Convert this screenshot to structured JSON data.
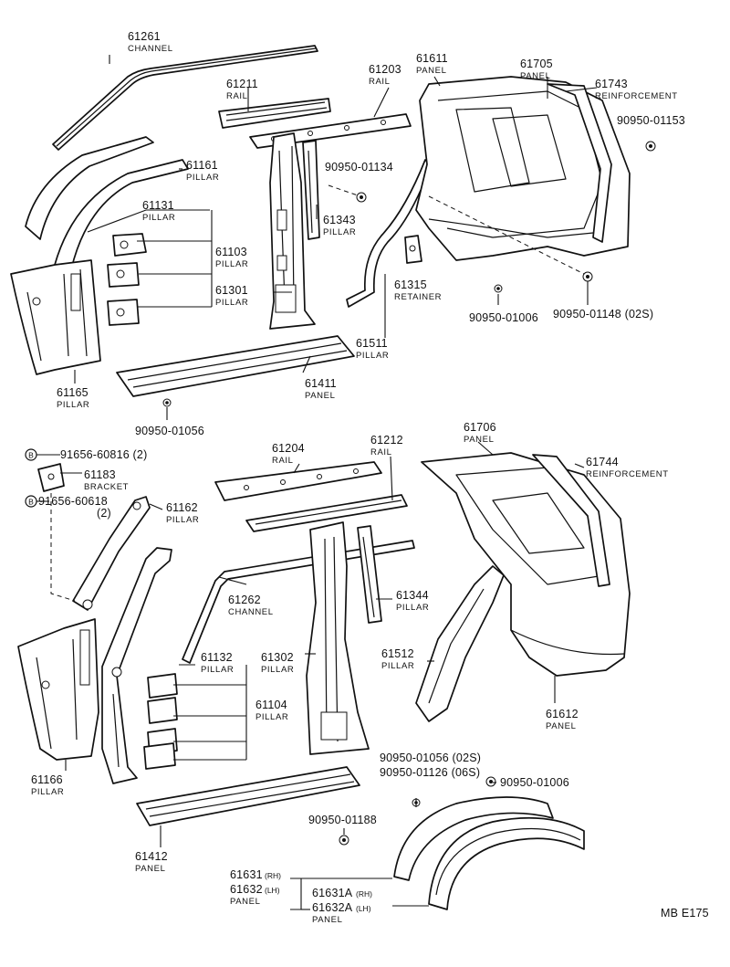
{
  "diagram_code": "MB  E175",
  "callouts": {
    "c61261": {
      "num": "61261",
      "name": "CHANNEL"
    },
    "c61211": {
      "num": "61211",
      "name": "RAIL"
    },
    "c61203": {
      "num": "61203",
      "name": "RAIL"
    },
    "c61611": {
      "num": "61611",
      "name": "PANEL"
    },
    "c61705": {
      "num": "61705",
      "name": "PANEL"
    },
    "c61743": {
      "num": "61743",
      "name": "REINFORCEMENT"
    },
    "c9095001153": {
      "num": "90950-01153"
    },
    "c61161": {
      "num": "61161",
      "name": "PILLAR"
    },
    "c9095001134": {
      "num": "90950-01134"
    },
    "c61131": {
      "num": "61131",
      "name": "PILLAR"
    },
    "c61343": {
      "num": "61343",
      "name": "PILLAR"
    },
    "c61103": {
      "num": "61103",
      "name": "PILLAR"
    },
    "c61301": {
      "num": "61301",
      "name": "PILLAR"
    },
    "c61315": {
      "num": "61315",
      "name": "RETAINER"
    },
    "c9095001006a": {
      "num": "90950-01006"
    },
    "c9095001148": {
      "num": "90950-01148 (02S)"
    },
    "c61511": {
      "num": "61511",
      "name": "PILLAR"
    },
    "c61411": {
      "num": "61411",
      "name": "PANEL"
    },
    "c61165": {
      "num": "61165",
      "name": "PILLAR"
    },
    "c9095001056": {
      "num": "90950-01056"
    },
    "c9165660816": {
      "num": "91656-60816 (2)"
    },
    "c61183": {
      "num": "61183",
      "name": "BRACKET"
    },
    "c9165660618": {
      "num": "91656-60618",
      "qty": "(2)"
    },
    "c61204": {
      "num": "61204",
      "name": "RAIL"
    },
    "c61212": {
      "num": "61212",
      "name": "RAIL"
    },
    "c61706": {
      "num": "61706",
      "name": "PANEL"
    },
    "c61744": {
      "num": "61744",
      "name": "REINFORCEMENT"
    },
    "c61162": {
      "num": "61162",
      "name": "PILLAR"
    },
    "c61262": {
      "num": "61262",
      "name": "CHANNEL"
    },
    "c61344": {
      "num": "61344",
      "name": "PILLAR"
    },
    "c61132": {
      "num": "61132",
      "name": "PILLAR"
    },
    "c61302": {
      "num": "61302",
      "name": "PILLAR"
    },
    "c61512": {
      "num": "61512",
      "name": "PILLAR"
    },
    "c61104": {
      "num": "61104",
      "name": "PILLAR"
    },
    "c61612": {
      "num": "61612",
      "name": "PANEL"
    },
    "c61166": {
      "num": "61166",
      "name": "PILLAR"
    },
    "c9095001056b": {
      "num": "90950-01056 (02S)"
    },
    "c9095001126": {
      "num": "90950-01126 (06S)"
    },
    "c9095001006b": {
      "num": "90950-01006"
    },
    "c9095001188": {
      "num": "90950-01188"
    },
    "c61412": {
      "num": "61412",
      "name": "PANEL"
    },
    "c61631": {
      "num": "61631",
      "side": "(RH)"
    },
    "c61632": {
      "num": "61632",
      "side": "(LH)",
      "name": "PANEL"
    },
    "c61631A": {
      "num": "61631A",
      "side": "(RH)"
    },
    "c61632A": {
      "num": "61632A",
      "side": "(LH)",
      "name": "PANEL"
    },
    "bolt_marker": "B"
  }
}
